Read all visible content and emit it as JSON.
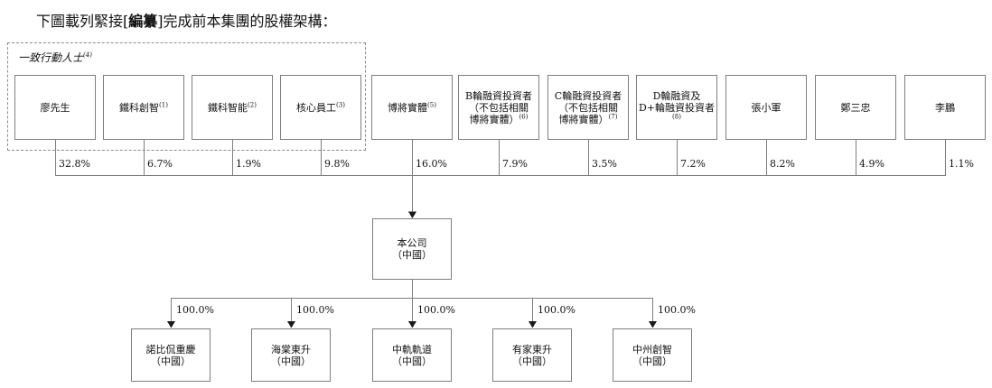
{
  "title": {
    "prefix": "下圖載列緊接[",
    "bold": "編纂",
    "suffix": "]完成前本集團的股權架構："
  },
  "acting_in_concert": {
    "label": "一致行動人士",
    "sup": "(4)"
  },
  "shareholders": [
    {
      "lines": [
        "廖先生"
      ],
      "sup": "",
      "pct": "32.8%"
    },
    {
      "lines": [
        "鐵科創智"
      ],
      "sup": "(1)",
      "pct": "6.7%"
    },
    {
      "lines": [
        "鐵科智能"
      ],
      "sup": "(2)",
      "pct": "1.9%"
    },
    {
      "lines": [
        "核心員工"
      ],
      "sup": "(3)",
      "pct": "9.8%"
    },
    {
      "lines": [
        "博將實體"
      ],
      "sup": "(5)",
      "pct": "16.0%"
    },
    {
      "lines": [
        "B輪融資投資者",
        "（不包括相關",
        "博將實體）"
      ],
      "sup": "(6)",
      "pct": "7.9%"
    },
    {
      "lines": [
        "C輪融資投資者",
        "（不包括相關",
        "博將實體）"
      ],
      "sup": "(7)",
      "pct": "3.5%"
    },
    {
      "lines": [
        "D輪融資及",
        "D+輪融資投資者"
      ],
      "sup": "(8)",
      "pct": "7.2%"
    },
    {
      "lines": [
        "張小軍"
      ],
      "sup": "",
      "pct": "8.2%"
    },
    {
      "lines": [
        "鄭三忠"
      ],
      "sup": "",
      "pct": "4.9%"
    },
    {
      "lines": [
        "李鵬"
      ],
      "sup": "",
      "pct": "1.1%"
    }
  ],
  "company": {
    "line1": "本公司",
    "line2": "（中國）"
  },
  "subsidiaries": [
    {
      "line1": "諾比侃重慶",
      "line2": "（中國）",
      "pct": "100.0%"
    },
    {
      "line1": "海棠東升",
      "line2": "（中國）",
      "pct": "100.0%"
    },
    {
      "line1": "中軌軌道",
      "line2": "（中國）",
      "pct": "100.0%"
    },
    {
      "line1": "有家東升",
      "line2": "（中國）",
      "pct": "100.0%"
    },
    {
      "line1": "中州創智",
      "line2": "（中國）",
      "pct": "100.0%"
    }
  ],
  "colors": {
    "line": "#7e7e7e",
    "arrow": "#1a1a1a",
    "text": "#111111"
  }
}
